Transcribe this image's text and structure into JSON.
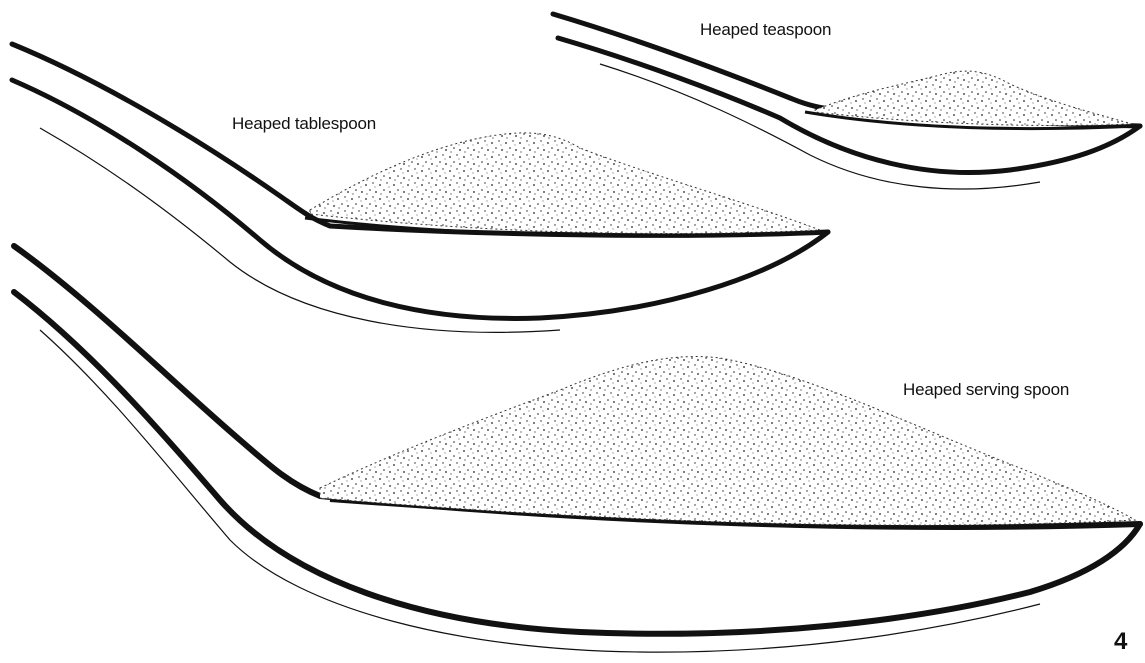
{
  "figure": {
    "labels": {
      "teaspoon": "Heaped teaspoon",
      "tablespoon": "Heaped tablespoon",
      "serving_spoon": "Heaped serving spoon"
    },
    "page_number": "4",
    "colors": {
      "ink": "#111111",
      "background": "#ffffff"
    },
    "items": [
      {
        "name": "teaspoon",
        "icon": "teaspoon-icon",
        "powder": "heaped-powder"
      },
      {
        "name": "tablespoon",
        "icon": "tablespoon-icon",
        "powder": "heaped-powder"
      },
      {
        "name": "serving-spoon",
        "icon": "serving-spoon-icon",
        "powder": "heaped-powder"
      }
    ]
  }
}
